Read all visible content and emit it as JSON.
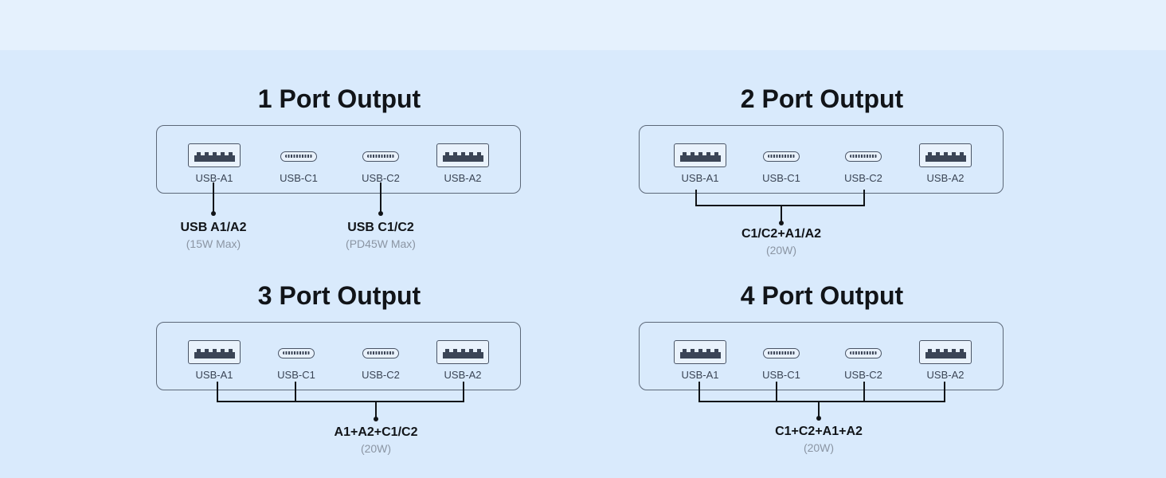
{
  "panels": [
    {
      "title": "1 Port Output",
      "ports": [
        "USB-A1",
        "USB-C1",
        "USB-C2",
        "USB-A2"
      ],
      "groups": [
        {
          "label": "USB A1/A2",
          "sub": "(15W Max)"
        },
        {
          "label": "USB C1/C2",
          "sub": "(PD45W Max)"
        }
      ]
    },
    {
      "title": "2 Port Output",
      "ports": [
        "USB-A1",
        "USB-C1",
        "USB-C2",
        "USB-A2"
      ],
      "groups": [
        {
          "label": "C1/C2+A1/A2",
          "sub": "(20W)"
        }
      ]
    },
    {
      "title": "3 Port Output",
      "ports": [
        "USB-A1",
        "USB-C1",
        "USB-C2",
        "USB-A2"
      ],
      "groups": [
        {
          "label": "A1+A2+C1/C2",
          "sub": "(20W)"
        }
      ]
    },
    {
      "title": "4 Port Output",
      "ports": [
        "USB-A1",
        "USB-C1",
        "USB-C2",
        "USB-A2"
      ],
      "groups": [
        {
          "label": "C1+C2+A1+A2",
          "sub": "(20W)"
        }
      ]
    }
  ],
  "colors": {
    "background": "#d9eafc",
    "stroke": "#5c6878",
    "text": "#111418",
    "subtext": "#8b95a3"
  }
}
